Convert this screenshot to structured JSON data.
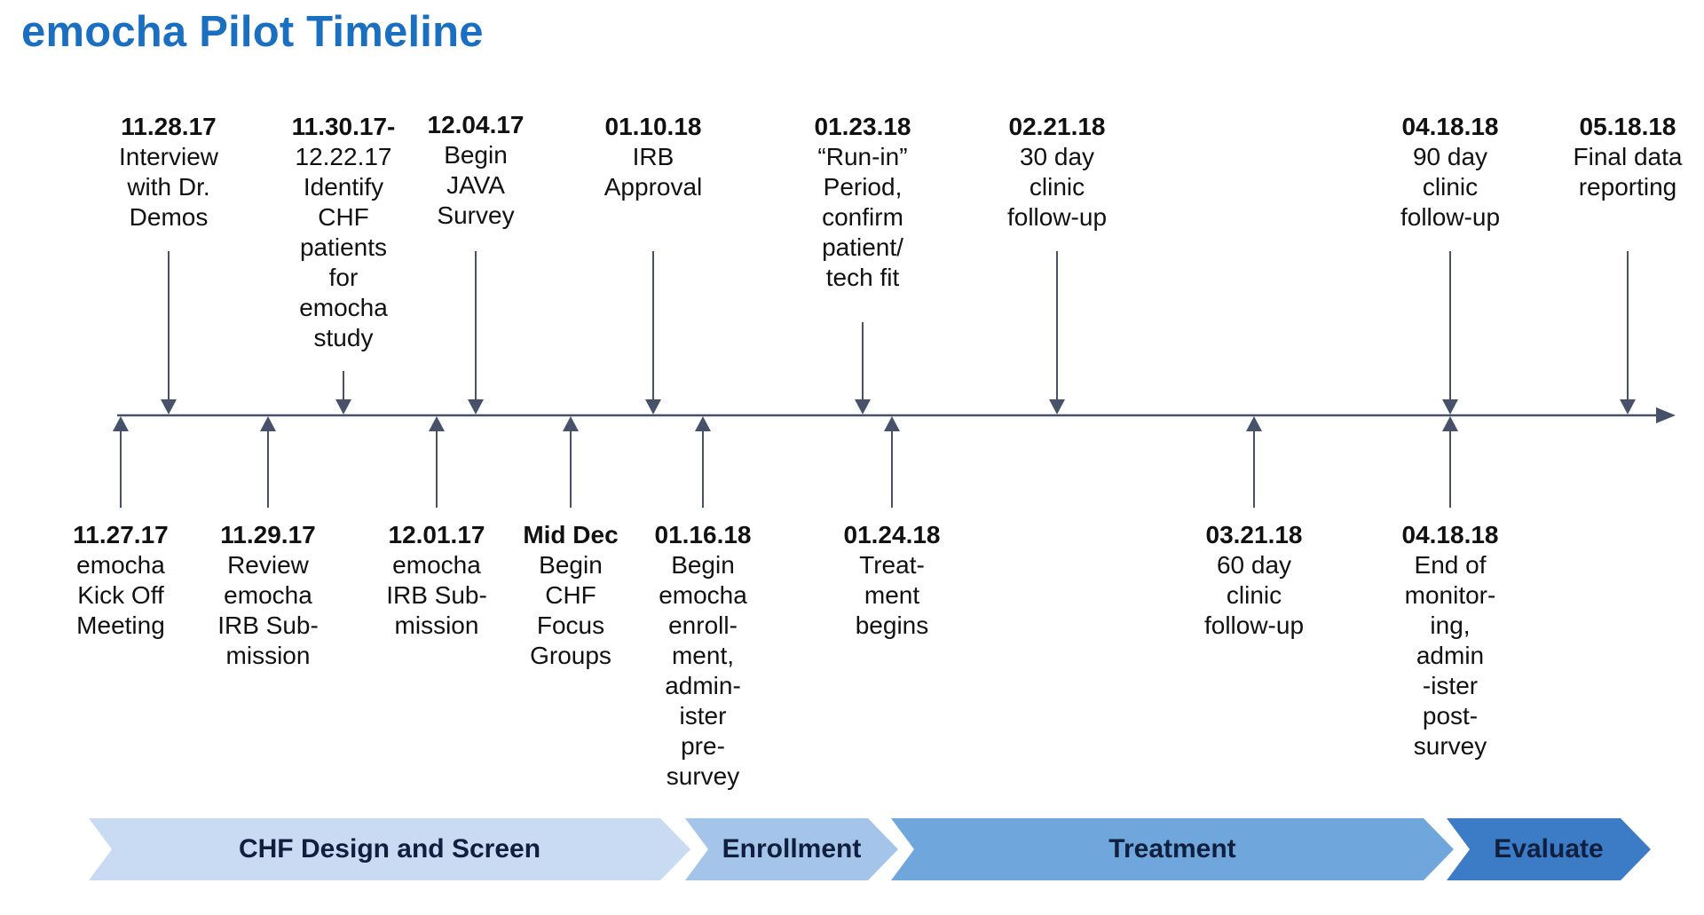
{
  "title": "emocha Pilot Timeline",
  "top_events": [
    {
      "date": "11.28.17",
      "lines": [
        "Interview",
        "with Dr.",
        "Demos"
      ]
    },
    {
      "date": "11.30.17-",
      "lines": [
        "12.22.17",
        "Identify",
        "CHF",
        "patients",
        "for",
        "emocha",
        "study"
      ]
    },
    {
      "date": "12.04.17",
      "lines": [
        "Begin",
        "JAVA",
        "Survey"
      ]
    },
    {
      "date": "01.10.18",
      "lines": [
        "IRB",
        "Approval"
      ]
    },
    {
      "date": "01.23.18",
      "lines": [
        "“Run-in”",
        "Period,",
        "confirm",
        "patient/",
        "tech fit"
      ]
    },
    {
      "date": "02.21.18",
      "lines": [
        "30 day",
        "clinic",
        "follow-up"
      ]
    },
    {
      "date": "04.18.18",
      "lines": [
        "90 day",
        "clinic",
        "follow-up"
      ]
    },
    {
      "date": "05.18.18",
      "lines": [
        "Final data",
        "reporting"
      ]
    }
  ],
  "bottom_events": [
    {
      "date": "11.27.17",
      "lines": [
        "emocha",
        "Kick Off",
        "Meeting"
      ]
    },
    {
      "date": "11.29.17",
      "lines": [
        "Review",
        "emocha",
        "IRB Sub-",
        "mission"
      ]
    },
    {
      "date": "12.01.17",
      "lines": [
        "emocha",
        "IRB Sub-",
        "mission"
      ]
    },
    {
      "date": "Mid Dec",
      "lines": [
        "Begin",
        "CHF",
        "Focus",
        "Groups"
      ]
    },
    {
      "date": "01.16.18",
      "lines": [
        "Begin",
        "emocha",
        "enroll-",
        "ment,",
        "admin-",
        "ister",
        "pre-",
        "survey"
      ]
    },
    {
      "date": "01.24.18",
      "lines": [
        "Treat-",
        "ment",
        "begins"
      ]
    },
    {
      "date": "03.21.18",
      "lines": [
        "60 day",
        "clinic",
        "follow-up"
      ]
    },
    {
      "date": "04.18.18",
      "lines": [
        "End of",
        "monitor-",
        "ing,",
        "admin",
        "-ister",
        "post-",
        "survey"
      ]
    }
  ],
  "phases": [
    {
      "label": "CHF Design and Screen",
      "color": "#c9dbf3"
    },
    {
      "label": "Enrollment",
      "color": "#a4c4ea"
    },
    {
      "label": "Treatment",
      "color": "#6fa6dc"
    },
    {
      "label": "Evaluate",
      "color": "#3c7cc6"
    }
  ],
  "colors": {
    "axis": "#47526a",
    "title": "#1a6fc0"
  }
}
